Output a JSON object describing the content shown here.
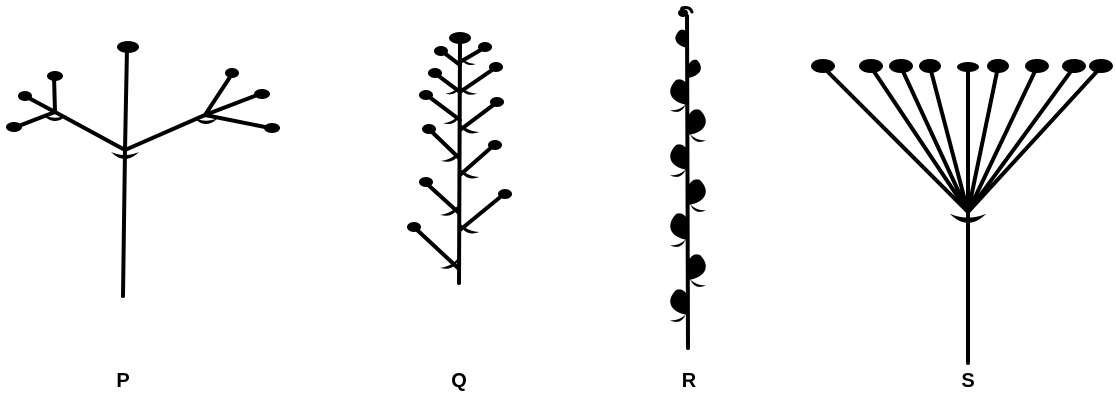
{
  "figure": {
    "ink_color": "#000000",
    "background": "#ffffff",
    "panels": [
      {
        "id": "P",
        "label": "P"
      },
      {
        "id": "Q",
        "label": "Q"
      },
      {
        "id": "R",
        "label": "R"
      },
      {
        "id": "S",
        "label": "S"
      }
    ]
  }
}
